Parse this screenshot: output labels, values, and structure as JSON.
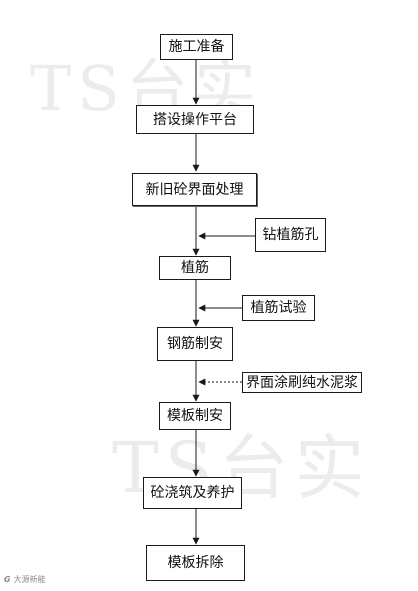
{
  "watermarks": {
    "top": "TS台实",
    "bottom": "TS台实"
  },
  "branding": {
    "logo": "G",
    "text": "大源新能"
  },
  "flow": {
    "main_steps": [
      "施工准备",
      "搭设操作平台",
      "新旧砼界面处理",
      "植筋",
      "钢筋制安",
      "模板制安",
      "砼浇筑及养护",
      "模板拆除"
    ],
    "side_steps": [
      "钻植筋孔",
      "植筋试验",
      "界面涂刷纯水泥浆"
    ]
  },
  "colors": {
    "line": "#1a1a1a",
    "border": "#1a1a1a",
    "watermark": "#ececec",
    "background": "#ffffff"
  }
}
